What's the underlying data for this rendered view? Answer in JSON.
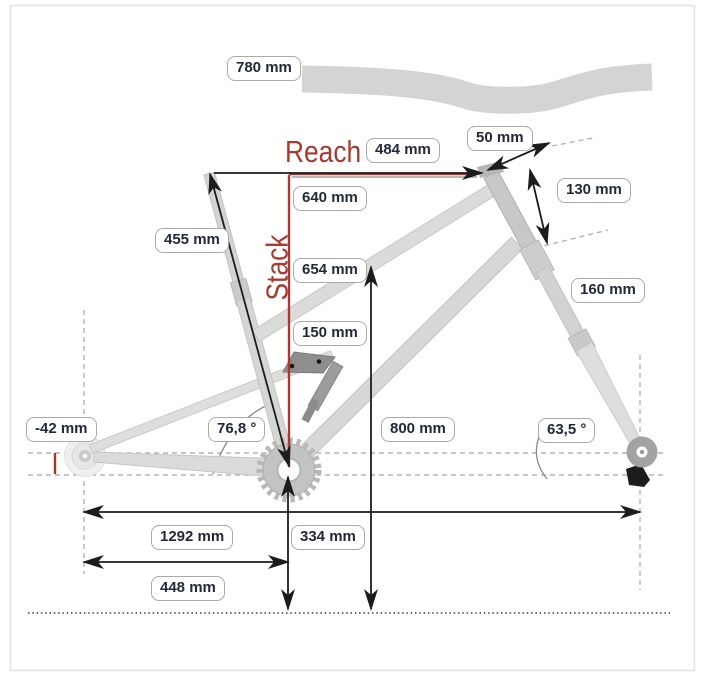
{
  "diagram": {
    "type": "bike-geometry-diagram",
    "reach_label": "Reach",
    "stack_label": "Stack",
    "measurements": {
      "handlebar_width": "780 mm",
      "reach": "484 mm",
      "stem_length": "50 mm",
      "head_tube_length": "130 mm",
      "effective_top_tube": "640 mm",
      "seat_tube_length": "455 mm",
      "stack": "654 mm",
      "fork_travel": "160 mm",
      "rear_travel": "150 mm",
      "bb_drop": "-42 mm",
      "seat_tube_angle": "76,8 °",
      "standover_height": "800 mm",
      "head_tube_angle": "63,5 °",
      "wheelbase": "1292 mm",
      "bb_height": "334 mm",
      "chainstay_length": "448 mm"
    },
    "colors": {
      "accent_red": "#a93a31",
      "measure_line": "#1c1c1c",
      "label_text": "#232938",
      "label_border": "#abaaaa",
      "frame_gray": "#d7d7d7",
      "dashed_guide": "#b3b3b3"
    }
  }
}
